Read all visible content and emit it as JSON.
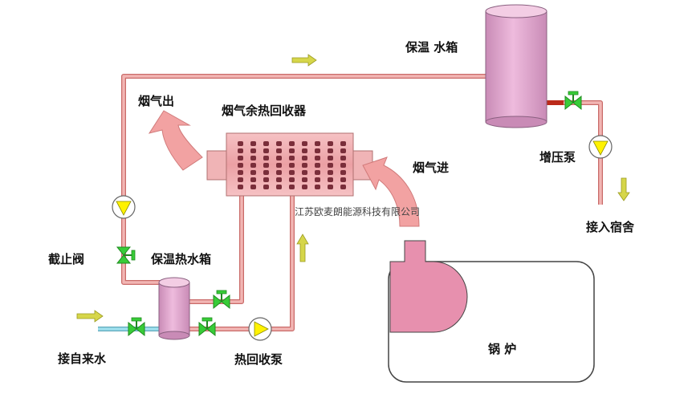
{
  "labels": {
    "storage_tank": "保温 水箱",
    "flue_gas_out": "烟气出",
    "heat_recovery_unit": "烟气余热回收器",
    "flue_gas_in": "烟气进",
    "booster_pump": "增压泵",
    "to_dormitory": "接入宿舍",
    "shutoff_valve": "截止阀",
    "insulated_hot_water_tank": "保温热水箱",
    "tap_water_inlet": "接自来水",
    "recovery_pump": "热回收泵",
    "boiler": "锅 炉",
    "watermark": "江苏欧麦朗能源科技有限公司"
  },
  "colors": {
    "pipe": "#e59b98",
    "pipe_dark": "#c96a68",
    "tank": "#e2a4cc",
    "tank_stroke": "#8a6080",
    "boiler_body": "#ffffff",
    "boiler_chimney": "#e38aa8",
    "recovery_unit": "#f0a8ac",
    "flue_arrow": "#f4a0a0",
    "valve": "#33cc33",
    "pump_fill": "#fff200",
    "cold_water_pipe": "#88ccdd",
    "hot_pipe": "#cc3322",
    "flow_arrow": "#cccc44"
  },
  "icons": {
    "valve": "gate-valve-icon",
    "pump": "pump-icon",
    "flow": "flow-arrow-icon",
    "flue": "curved-arrow-icon"
  }
}
